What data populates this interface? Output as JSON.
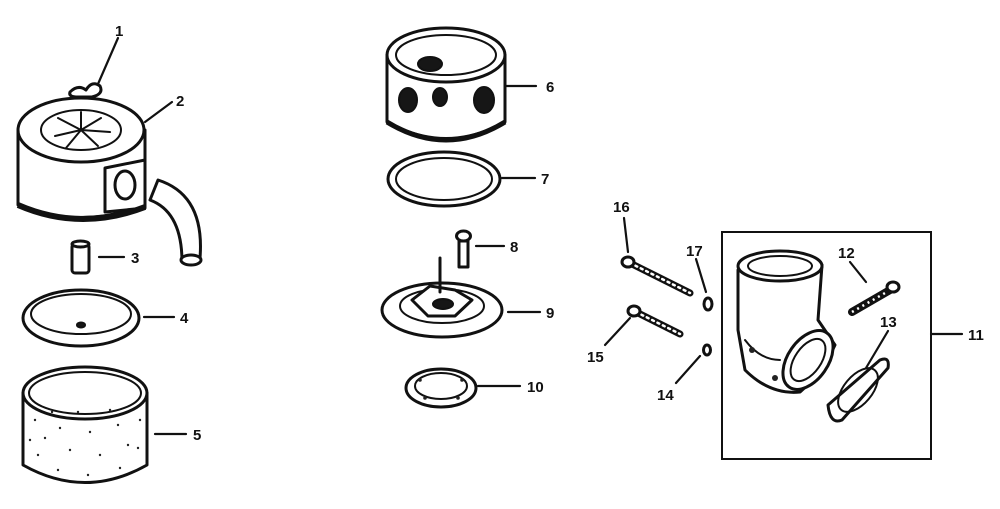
{
  "callouts": [
    "1",
    "2",
    "3",
    "4",
    "5",
    "6",
    "7",
    "8",
    "9",
    "10",
    "11",
    "12",
    "13",
    "14",
    "15",
    "16",
    "17"
  ],
  "colors": {
    "ink": "#111111",
    "paper": "#ffffff"
  }
}
